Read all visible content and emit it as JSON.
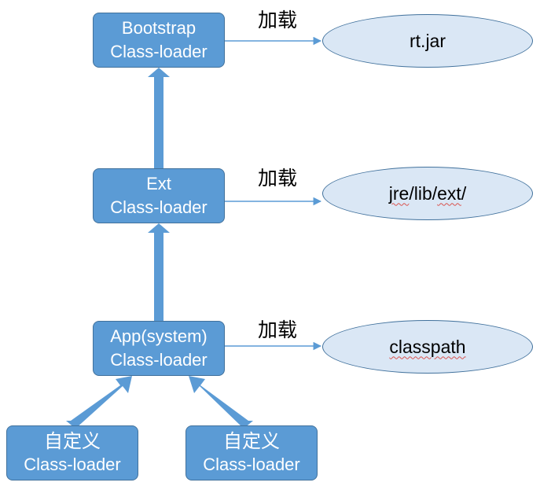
{
  "diagram": {
    "bootstrap": {
      "line1": "Bootstrap",
      "line2": "Class-loader"
    },
    "ext": {
      "line1": "Ext",
      "line2": "Class-loader"
    },
    "app": {
      "line1": "App(system)",
      "line2": "Class-loader"
    },
    "custom_left": {
      "line1": "自定义",
      "line2": "Class-loader"
    },
    "custom_right": {
      "line1": "自定义",
      "line2": "Class-loader"
    },
    "targets": {
      "rt": {
        "part1": "rt.jar"
      },
      "ext": {
        "part1": "jre",
        "part2": "/lib/",
        "part3": "ext",
        "part4": "/"
      },
      "classpath": {
        "part1": "classpath"
      }
    },
    "load_labels": [
      "加载",
      "加载",
      "加载"
    ],
    "colors": {
      "box_fill": "#5b9bd5",
      "box_border": "#41719c",
      "ellipse_fill": "#dae7f5",
      "arrow": "#5b9bd5",
      "connector": "#5b9bd5"
    }
  }
}
